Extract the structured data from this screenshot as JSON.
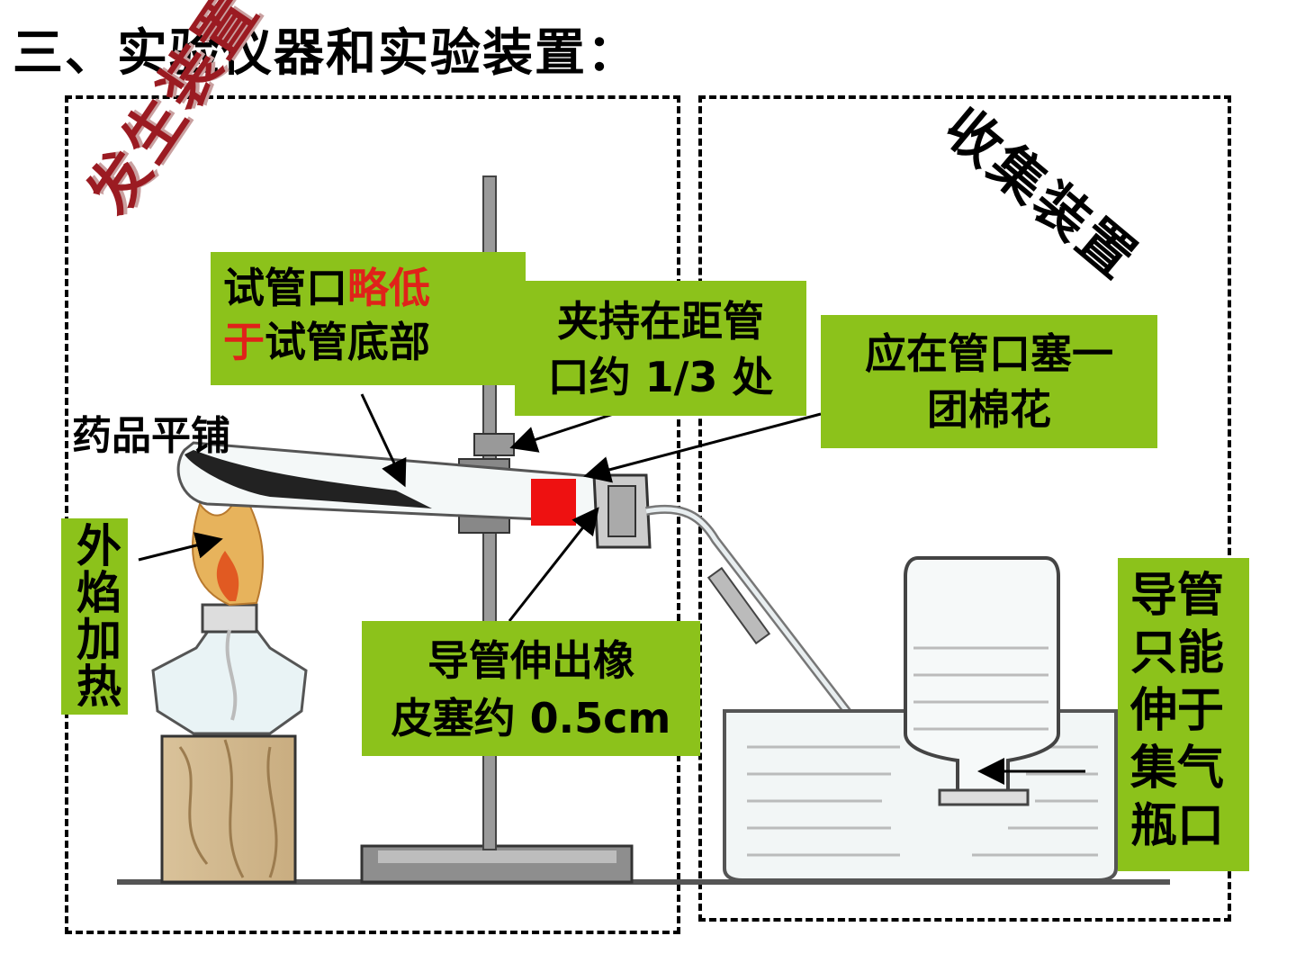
{
  "title": "三、实验仪器和实验装置：",
  "sections": {
    "generator": "发生装置",
    "collector": "收集装置"
  },
  "labels": {
    "tube_mouth_1": "试管口",
    "tube_mouth_red1": "略低",
    "tube_mouth_red2": "于",
    "tube_mouth_2": "试管底部",
    "clamp_1": "夹持在距管",
    "clamp_2": "口约 1/3 处",
    "cotton_1": "应在管口塞一",
    "cotton_2": "团棉花",
    "reagent": "药品平铺",
    "flame": "外焰加热",
    "conduit_1": "导管伸出橡",
    "conduit_2": "皮塞约 0.5cm",
    "bottle": "导管只能伸于集气瓶口"
  },
  "colors": {
    "label_box": "#8cc21b",
    "highlight": "#e0221a",
    "section_red": "#9b1b22"
  }
}
